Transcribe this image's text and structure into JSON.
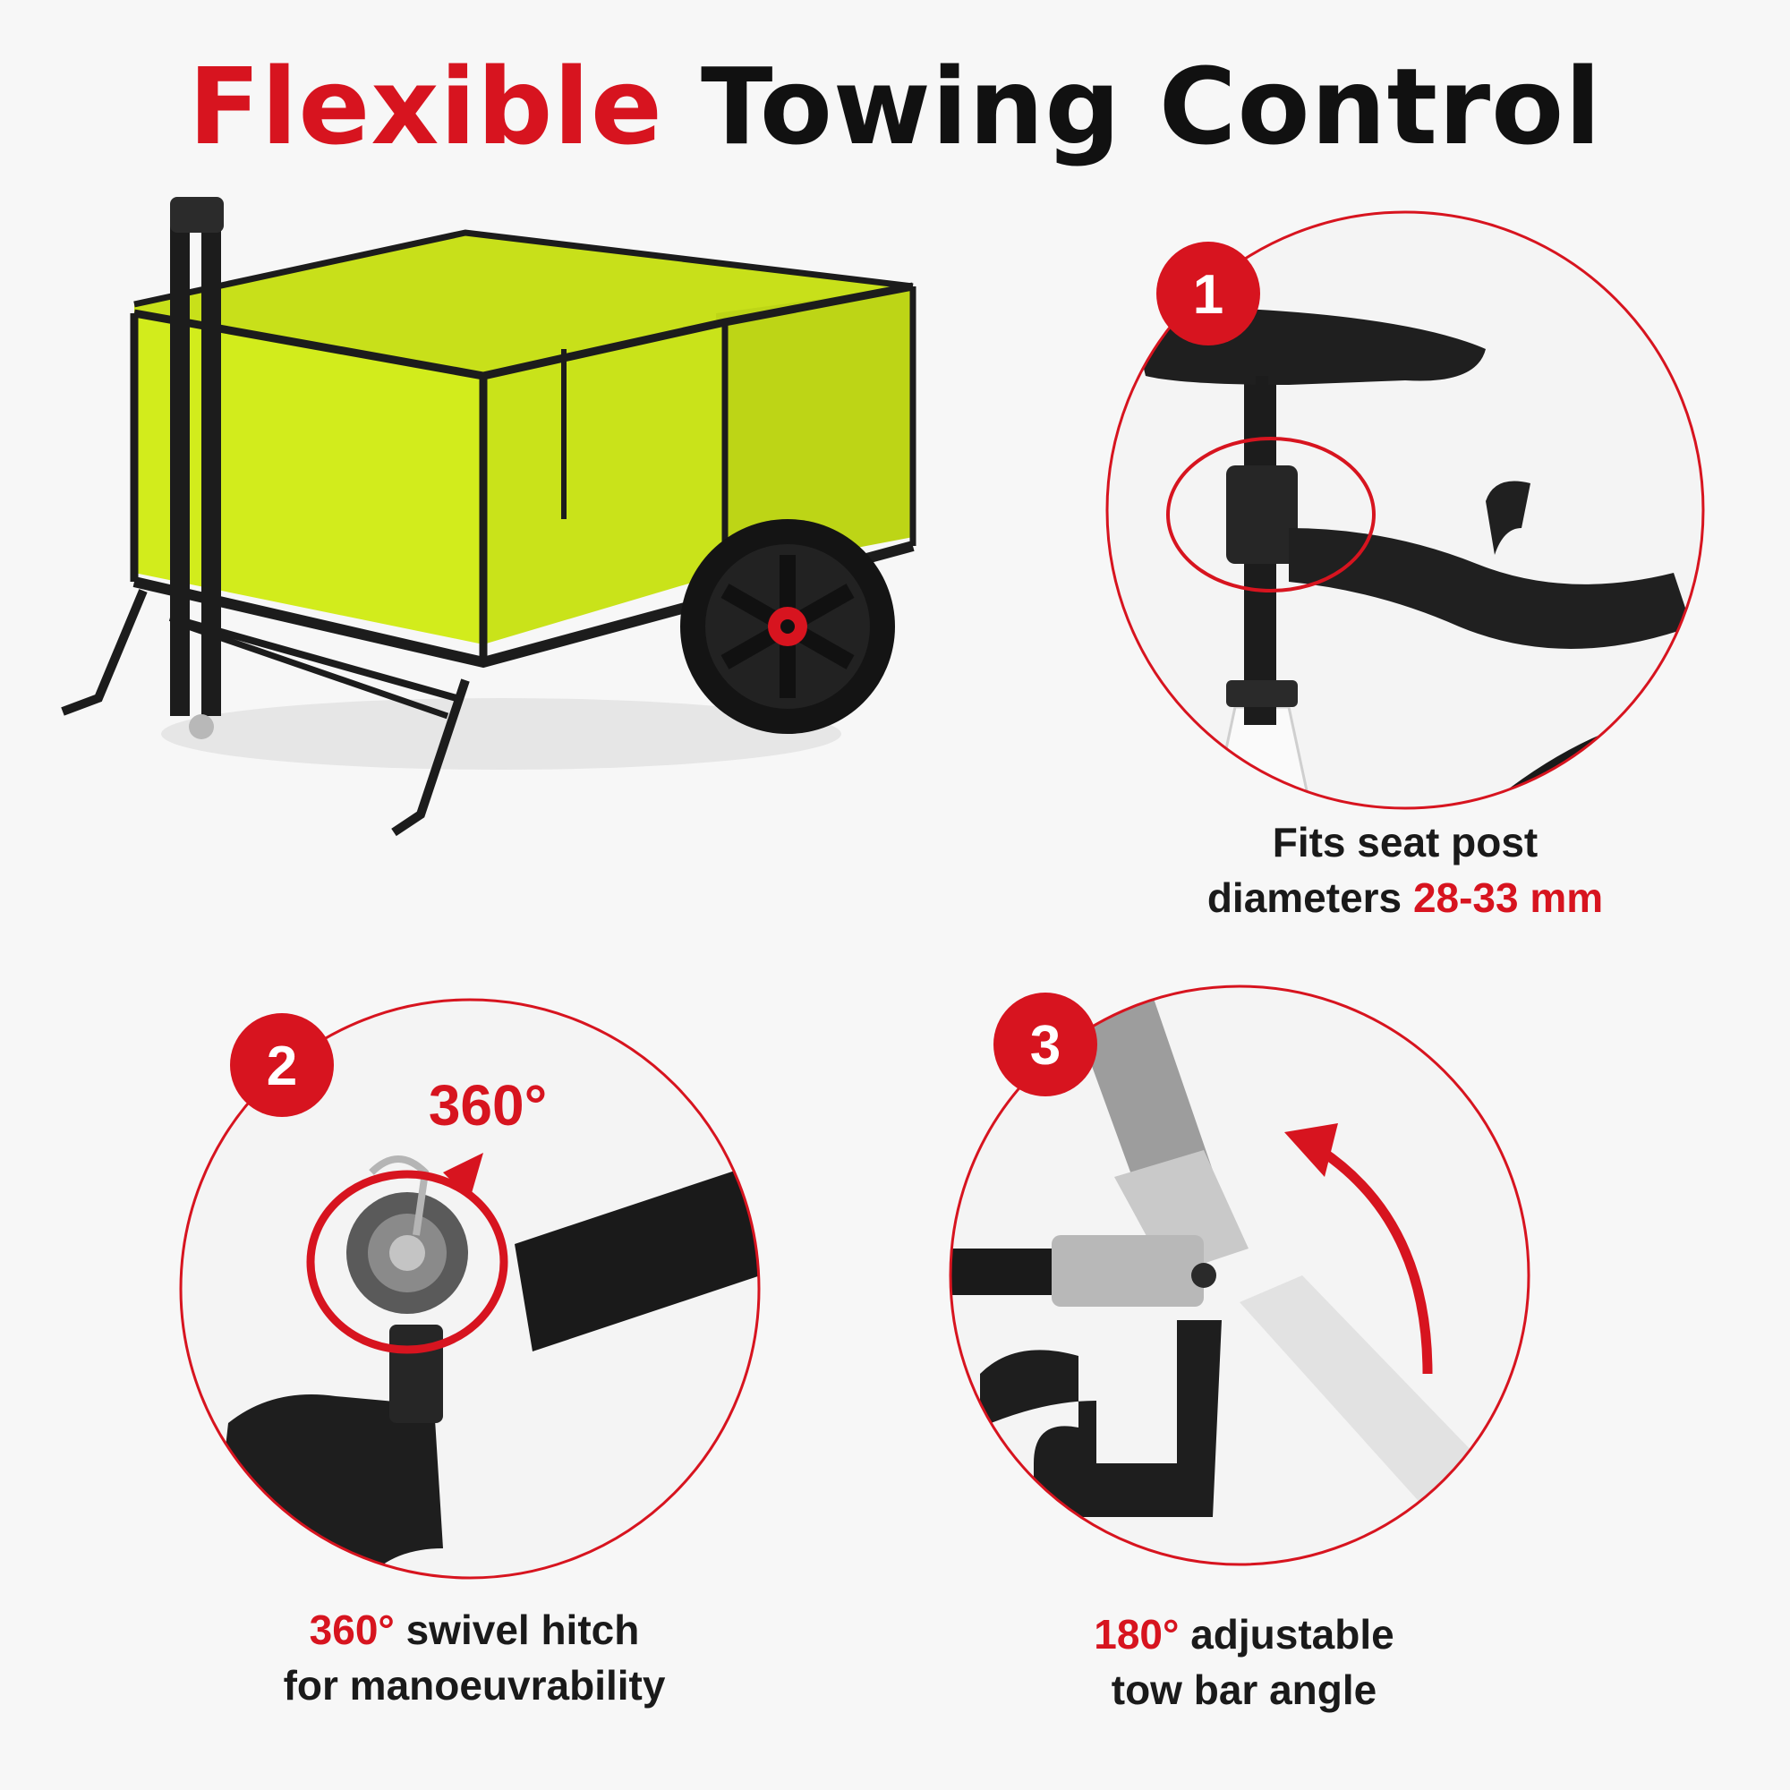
{
  "title": {
    "accent": "Flexible",
    "rest": "Towing Control"
  },
  "features": [
    {
      "number": "1",
      "highlight": "28-33 mm",
      "line1": "Fits seat post",
      "line2_prefix": "diameters "
    },
    {
      "number": "2",
      "highlight": "360°",
      "line1_suffix": " swivel hitch",
      "line2": "for manoeuvrability",
      "annotation": "360°"
    },
    {
      "number": "3",
      "highlight": "180°",
      "line1_suffix": " adjustable",
      "line2": "tow bar angle"
    }
  ],
  "colors": {
    "accent": "#d7141f",
    "wagon_fabric": "#d2ec1c",
    "frame": "#1c1c1c"
  }
}
